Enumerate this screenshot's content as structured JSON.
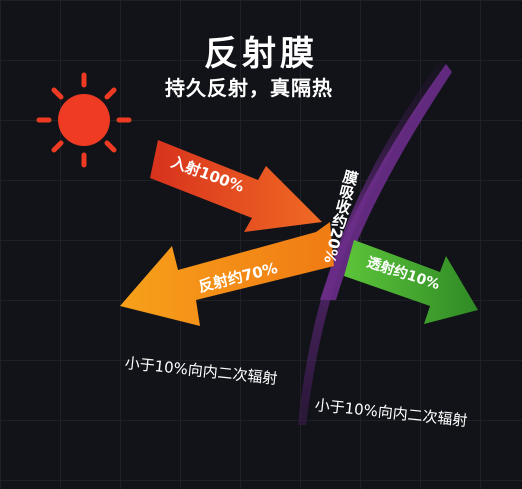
{
  "title": "反射膜",
  "subtitle": "持久反射，真隔热",
  "labels": {
    "incident": "入射100%",
    "reflect": "反射约70%",
    "transmit": "透射约10%",
    "absorb": "膜吸收约20%",
    "reradiate_left": "小于10%向内二次辐射",
    "reradiate_right": "小于10%向内二次辐射"
  },
  "colors": {
    "background": "#111318",
    "sun": "#ef3b24",
    "incident_arrow": "#e8401f",
    "reflect_arrow": "#f28a12",
    "transmit_arrow": "#3e9b2b",
    "film": "#5a2870"
  },
  "icons": [
    "sun-icon"
  ]
}
